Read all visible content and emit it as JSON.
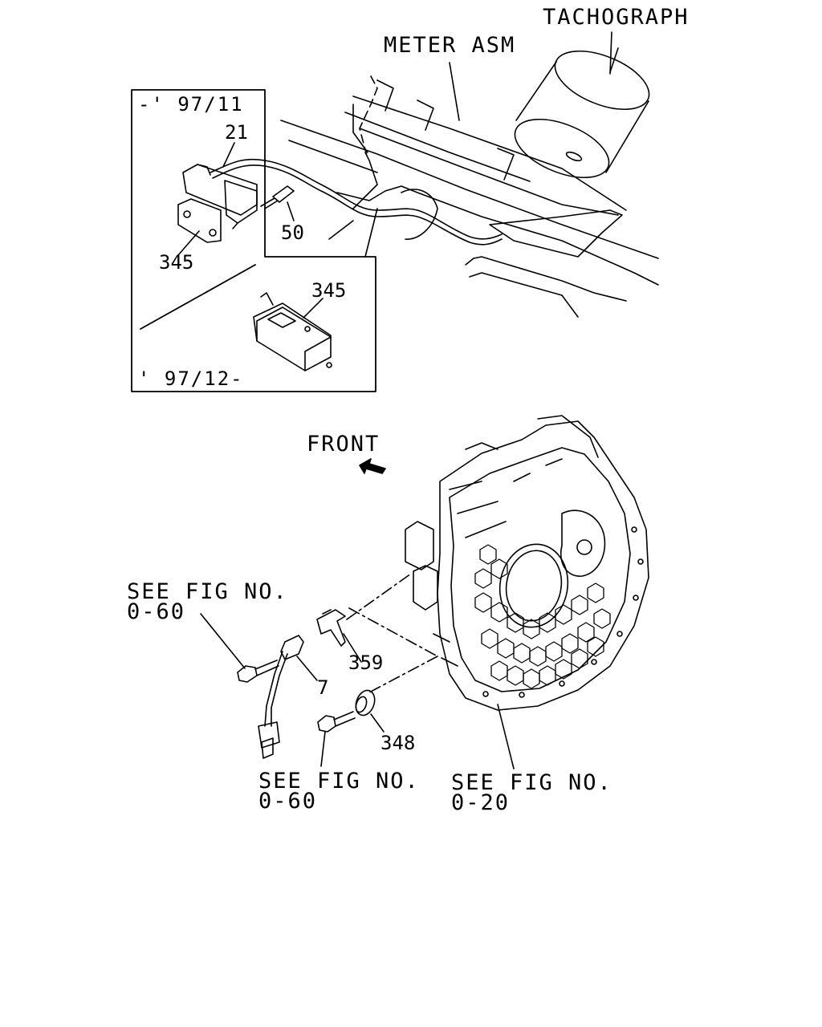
{
  "labels": {
    "tachograph": "TACHOGRAPH",
    "meter_asm": "METER ASM",
    "date_range_early": "-' 97/11",
    "date_range_late": "' 97/12-",
    "front": "FRONT",
    "see_fig_left_line1": "SEE FIG NO.",
    "see_fig_left_line2": "0-60",
    "see_fig_bottom_line1": "SEE FIG NO.",
    "see_fig_bottom_line2": "0-60",
    "see_fig_right_line1": "SEE FIG NO.",
    "see_fig_right_line2": "0-20"
  },
  "part_numbers": {
    "harness": "21",
    "bolt_top": "50",
    "sensor_early": "345",
    "sensor_late": "345",
    "bracket": "359",
    "sensor": "7",
    "cover": "348"
  }
}
